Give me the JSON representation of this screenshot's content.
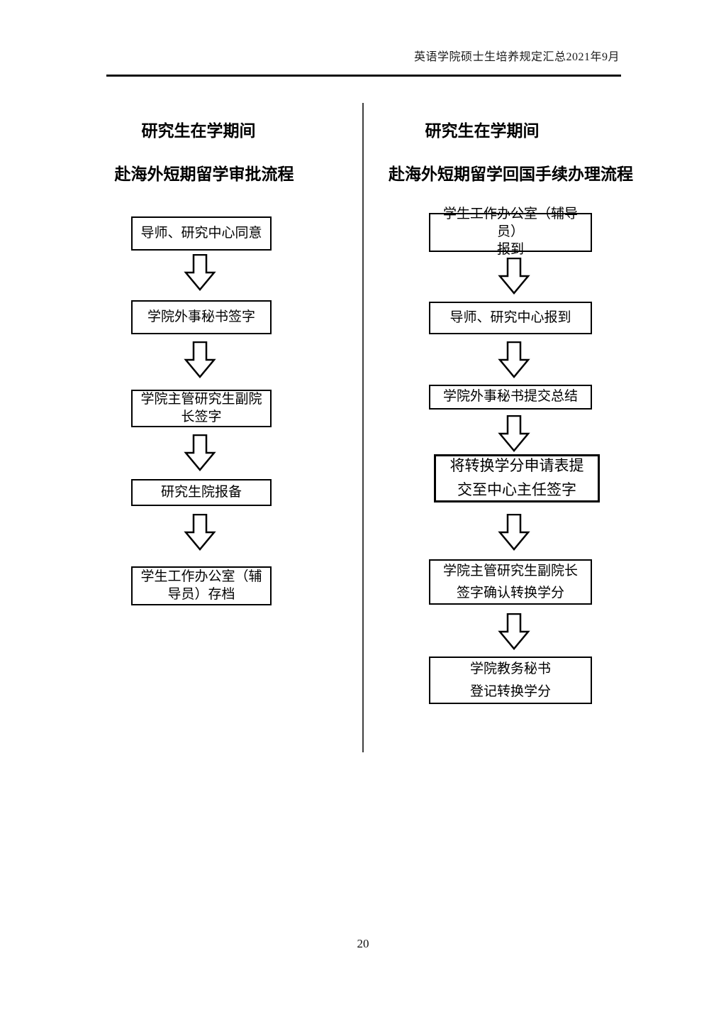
{
  "page": {
    "header": "英语学院硕士生培养规定汇总2021年9月",
    "page_number": "20"
  },
  "flowcharts": [
    {
      "title": "研究生在学期间",
      "subtitle": "赴海外短期留学审批流程",
      "steps": [
        "导师、研究中心同意",
        "学院外事秘书签字",
        "学院主管研究生副院\n长签字",
        "研究生院报备",
        "学生工作办公室（辅\n导员）存档"
      ]
    },
    {
      "title": "研究生在学期间",
      "subtitle": "赴海外短期留学回国手续办理流程",
      "steps": [
        "学生工作办公室（辅导员）\n报到",
        "导师、研究中心报到",
        "学院外事秘书提交总结",
        "将转换学分申请表提\n交至中心主任签字",
        "学院主管研究生副院长\n签字确认转换学分",
        "学院教务秘书\n登记转换学分"
      ]
    }
  ]
}
